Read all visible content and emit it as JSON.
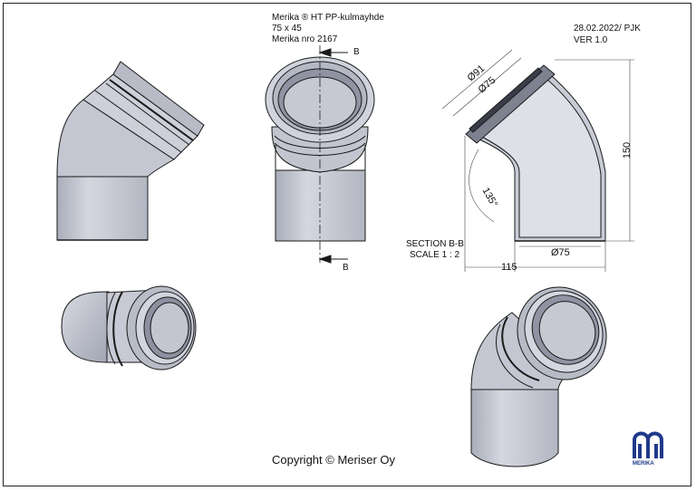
{
  "title_block": {
    "line1": "Merika ® HT PP-kulmayhde",
    "line2": "75 x 45",
    "line3": "Merika nro  2167"
  },
  "revision": {
    "date_author": "28.02.2022/ PJK",
    "version": "VER 1.0"
  },
  "section": {
    "label": "SECTION B-B",
    "scale": "SCALE 1 : 2",
    "marker": "B"
  },
  "dimensions": {
    "outer_diameter": "Ø91",
    "inner_diameter": "Ø75",
    "bottom_diameter": "Ø75",
    "height": "150",
    "width": "115",
    "angle": "135°"
  },
  "copyright": "Copyright © Meriser Oy",
  "logo_text": "MERIKA",
  "colors": {
    "pipe_fill": "#c9ccd6",
    "pipe_shadow": "#9ea2b0",
    "outline": "#1a1a1a",
    "logo": "#1f3a8a"
  }
}
